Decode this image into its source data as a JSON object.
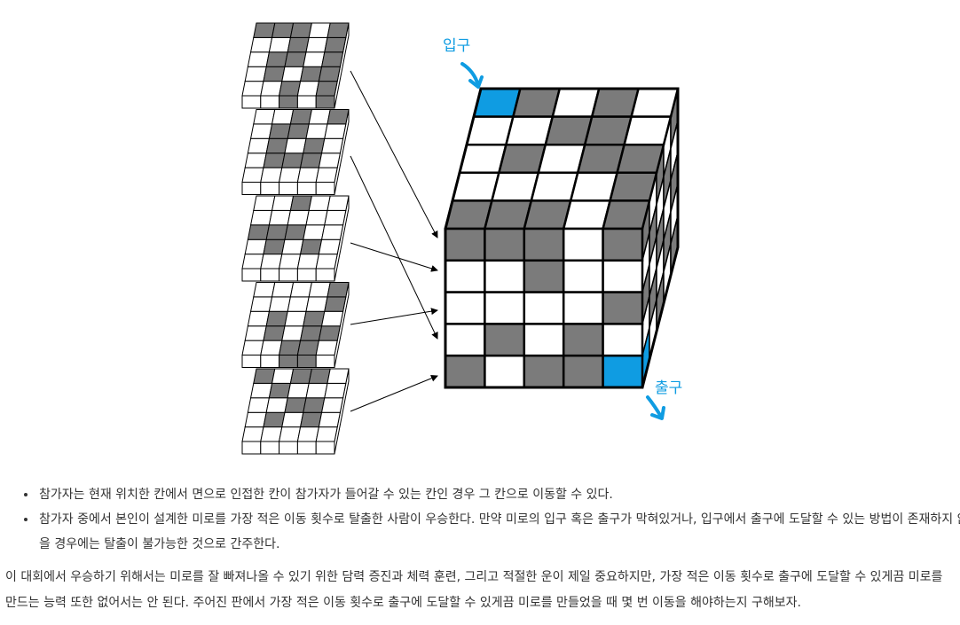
{
  "labels": {
    "entrance": "입구",
    "exit": "출구"
  },
  "colors": {
    "wall": "#7b7b7b",
    "open": "#ffffff",
    "marker": "#0f9ce2",
    "line": "#000000"
  },
  "layers": [
    [
      [
        0,
        0,
        1,
        0,
        1
      ],
      [
        0,
        1,
        0,
        1,
        1
      ],
      [
        0,
        1,
        1,
        0,
        1
      ],
      [
        0,
        0,
        1,
        0,
        1
      ],
      [
        1,
        1,
        1,
        0,
        1
      ]
    ],
    [
      [
        0,
        0,
        0,
        0,
        0
      ],
      [
        0,
        1,
        1,
        1,
        0
      ],
      [
        0,
        1,
        0,
        1,
        0
      ],
      [
        0,
        1,
        1,
        0,
        0
      ],
      [
        0,
        0,
        1,
        0,
        1
      ]
    ],
    [
      [
        0,
        0,
        0,
        0,
        0
      ],
      [
        0,
        1,
        0,
        1,
        0
      ],
      [
        1,
        1,
        1,
        0,
        0
      ],
      [
        0,
        0,
        0,
        0,
        0
      ],
      [
        0,
        0,
        1,
        0,
        0
      ]
    ],
    [
      [
        0,
        0,
        1,
        1,
        0
      ],
      [
        0,
        1,
        0,
        1,
        1
      ],
      [
        0,
        1,
        0,
        1,
        0
      ],
      [
        0,
        0,
        0,
        0,
        1
      ],
      [
        0,
        0,
        0,
        0,
        1
      ]
    ],
    [
      [
        0,
        0,
        0,
        0,
        0
      ],
      [
        0,
        1,
        0,
        1,
        0
      ],
      [
        0,
        0,
        1,
        1,
        0
      ],
      [
        0,
        1,
        0,
        0,
        0
      ],
      [
        1,
        0,
        1,
        1,
        0
      ]
    ]
  ],
  "cube": {
    "top": [
      [
        2,
        1,
        0,
        1,
        0
      ],
      [
        0,
        0,
        1,
        1,
        0
      ],
      [
        0,
        1,
        0,
        1,
        1
      ],
      [
        0,
        0,
        0,
        0,
        1
      ],
      [
        1,
        1,
        1,
        0,
        1
      ]
    ],
    "front": [
      [
        1,
        1,
        1,
        0,
        1
      ],
      [
        0,
        0,
        1,
        0,
        0
      ],
      [
        0,
        0,
        0,
        0,
        1
      ],
      [
        0,
        1,
        0,
        1,
        0
      ],
      [
        1,
        0,
        1,
        1,
        2
      ]
    ]
  },
  "bullets": [
    "참가자는 현재 위치한 칸에서 면으로 인접한 칸이 참가자가 들어갈 수 있는 칸인 경우 그 칸으로 이동할 수 있다.",
    "참가자 중에서 본인이 설계한 미로를 가장 적은 이동 횟수로 탈출한 사람이 우승한다. 만약 미로의 입구 혹은 출구가 막혀있거나, 입구에서 출구에 도달할 수 있는 방법이 존재하지 않을 경우에는 탈출이 불가능한 것으로 간주한다."
  ],
  "paragraph": "이 대회에서 우승하기 위해서는 미로를 잘 빠져나올 수 있기 위한 담력 증진과 체력 훈련, 그리고 적절한 운이 제일 중요하지만, 가장 적은 이동 횟수로 출구에 도달할 수 있게끔 미로를 만드는 능력 또한 없어서는 안 된다. 주어진 판에서 가장 적은 이동 횟수로 출구에 도달할 수 있게끔 미로를 만들었을 때 몇 번 이동을 해야하는지 구해보자."
}
